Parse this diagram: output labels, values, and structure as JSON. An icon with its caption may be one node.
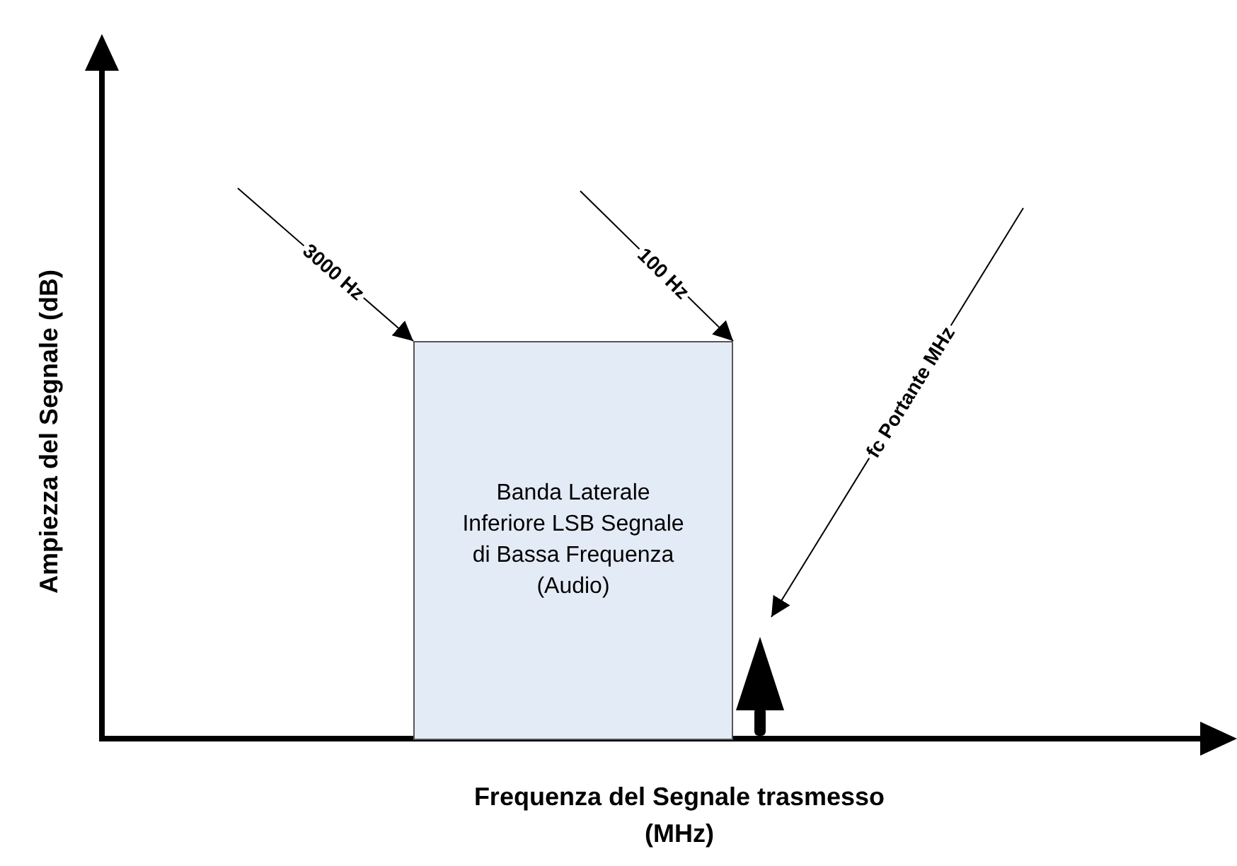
{
  "diagram": {
    "nodes": [
      {
        "text": [
          "Banda Laterale Inferiore LSB Segnale di Bassa Frequenza (Audio)"
        ]
      },
      {
        "text": [],
        "shape": "arrow"
      }
    ],
    "edges": [
      {
        "from": null,
        "to": 0,
        "arrow": "to",
        "label": "3000 Hz"
      },
      {
        "from": null,
        "to": 0,
        "arrow": "to",
        "label": "100 Hz"
      },
      {
        "from": null,
        "to": 1,
        "arrow": "to",
        "label": "fc Portante MHz"
      }
    ],
    "labels": [
      "Ampiezza del Segnale (dB)",
      "Frequenza del Segnale trasmesso (MHz)"
    ]
  }
}
